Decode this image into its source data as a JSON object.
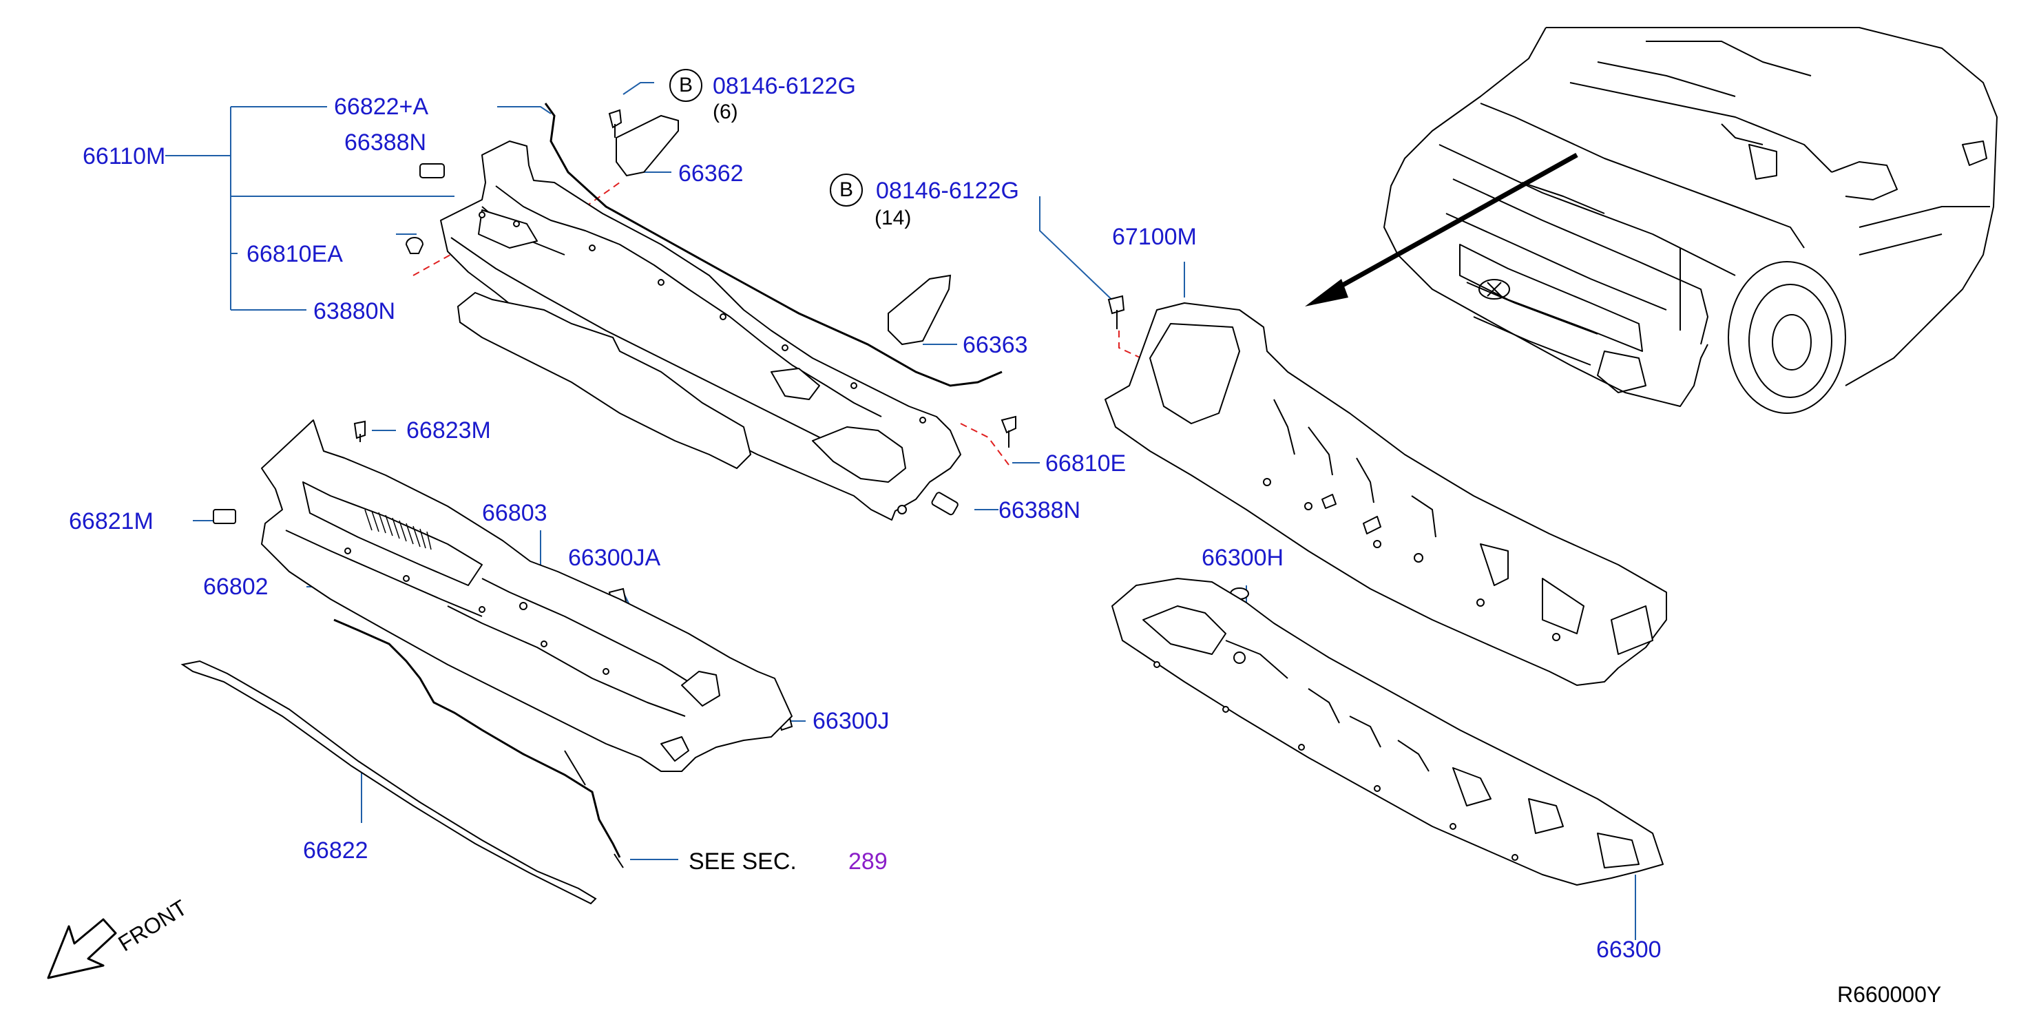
{
  "labels": {
    "l66110M": "66110M",
    "l66822A": "66822+A",
    "l66388N_a": "66388N",
    "l66810EA": "66810EA",
    "l63880N": "63880N",
    "bolt1_circle": "B",
    "bolt1_part": "08146-6122G",
    "bolt1_qty": "(6)",
    "l66362": "66362",
    "bolt2_circle": "B",
    "bolt2_part": "08146-6122G",
    "bolt2_qty": "(14)",
    "l67100M": "67100M",
    "l66363": "66363",
    "l66823M": "66823M",
    "l66810E": "66810E",
    "l66388N_b": "66388N",
    "l66821M": "66821M",
    "l66803": "66803",
    "l66300JA": "66300JA",
    "l66802": "66802",
    "l66300H": "66300H",
    "l66300J": "66300J",
    "l66822": "66822",
    "see_sec": "SEE   SEC.",
    "sec_num": "289",
    "l66300": "66300",
    "front": "FRONT",
    "diagram_code": "R660000Y"
  },
  "colors": {
    "label_blue": "#1a1acc",
    "ref_purple": "#8a1ec8",
    "leader_line": "#1f5fa8",
    "dash_red": "#e02020",
    "drawing": "#000000"
  }
}
